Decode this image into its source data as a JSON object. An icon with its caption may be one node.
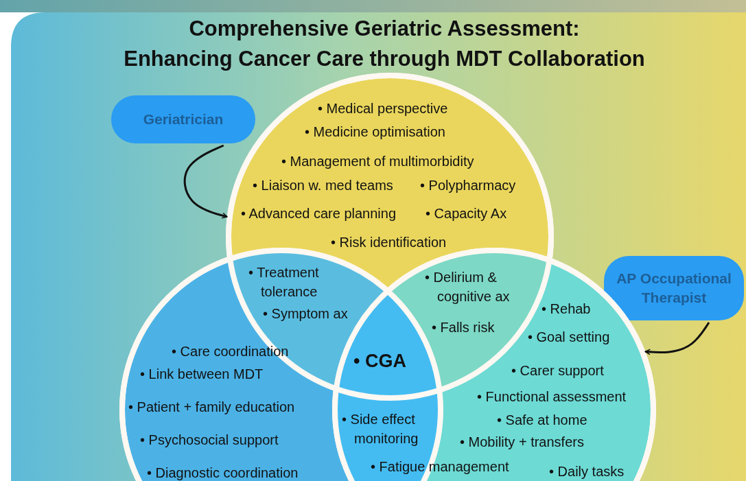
{
  "diagram": {
    "title": "Comprehensive Geriatric Assessment: Enhancing Cancer Care through MDT Collaboration",
    "nodes": [
      {
        "text": [
          "Geriatrician"
        ]
      },
      {
        "text": [
          "AP Occupational Therapist"
        ]
      },
      {
        "text": [
          "• Medical perspective",
          "• Medicine optimisation",
          "• Management of multimorbidity",
          "• Liaison w. med teams",
          "• Polypharmacy",
          "• Advanced care planning",
          "• Capacity Ax",
          "• Risk identification"
        ]
      },
      {
        "text": [
          "• Care coordination",
          "• Link between MDT",
          "• Patient + family education",
          "• Psychosocial support",
          "• Diagnostic coordination"
        ]
      },
      {
        "text": [
          "• Rehab",
          "• Goal setting",
          "• Functional assessment",
          "• Safe at home",
          "• Mobility + transfers",
          "• Daily tasks"
        ]
      }
    ],
    "edges": [
      {
        "from": 0,
        "to": 2,
        "arrow": "to"
      },
      {
        "from": 1,
        "to": 4,
        "arrow": "to"
      }
    ],
    "labels": [
      "• Treatment tolerance",
      "• Symptom ax",
      "• Delirium & cognitive ax",
      "• Falls risk",
      "• CGA",
      "• Carer support",
      "• Side effect monitoring",
      "• Fatigue management"
    ]
  }
}
